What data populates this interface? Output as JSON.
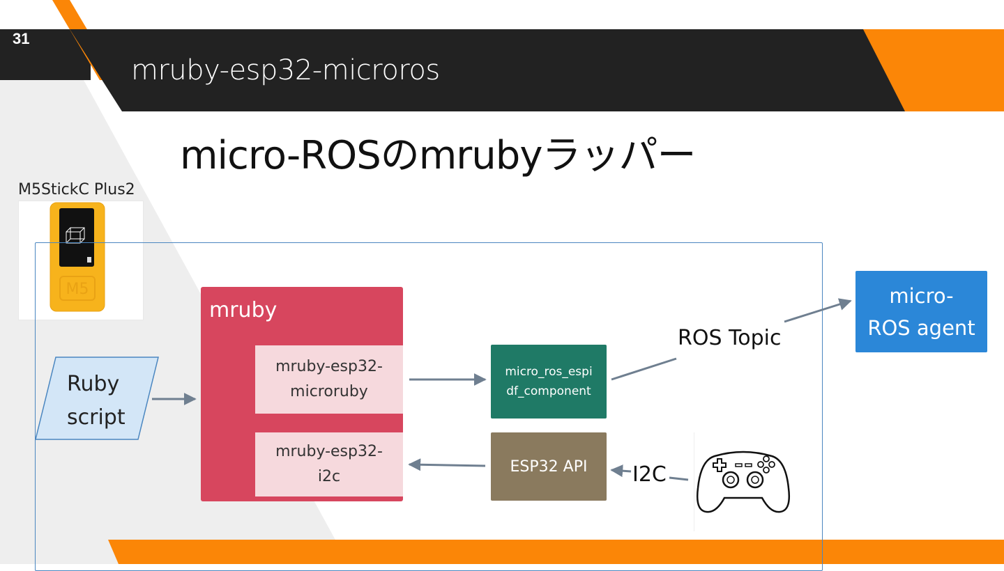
{
  "slide": {
    "number": "31",
    "header_title": "mruby-esp32-microros",
    "title": "micro-ROSのmrubyラッパー"
  },
  "device": {
    "label": "M5StickC Plus2",
    "logo_text": "M5"
  },
  "diagram": {
    "script": {
      "text": "Ruby\nscript"
    },
    "mruby": {
      "label": "mruby",
      "modules": [
        {
          "text": "mruby-esp32-\nmicroruby"
        },
        {
          "text": "mruby-esp32-\ni2c"
        }
      ]
    },
    "component": {
      "text": "micro_ros_espi\ndf_component"
    },
    "esp32_api": {
      "text": "ESP32 API"
    },
    "agent": {
      "text": "micro-\nROS agent"
    },
    "labels": {
      "ros_topic": "ROS Topic",
      "i2c": "I2C"
    }
  },
  "colors": {
    "header_bar": "#222222",
    "accent_orange": "#fb8607",
    "mruby": "#d7465e",
    "module_fill": "#f6d9dd",
    "component": "#1f7a66",
    "esp32_api": "#8a7a5e",
    "agent": "#2b87d8",
    "script_fill": "#d3e6f7",
    "frame": "#4a86c0",
    "arrow": "#6f7f90"
  }
}
